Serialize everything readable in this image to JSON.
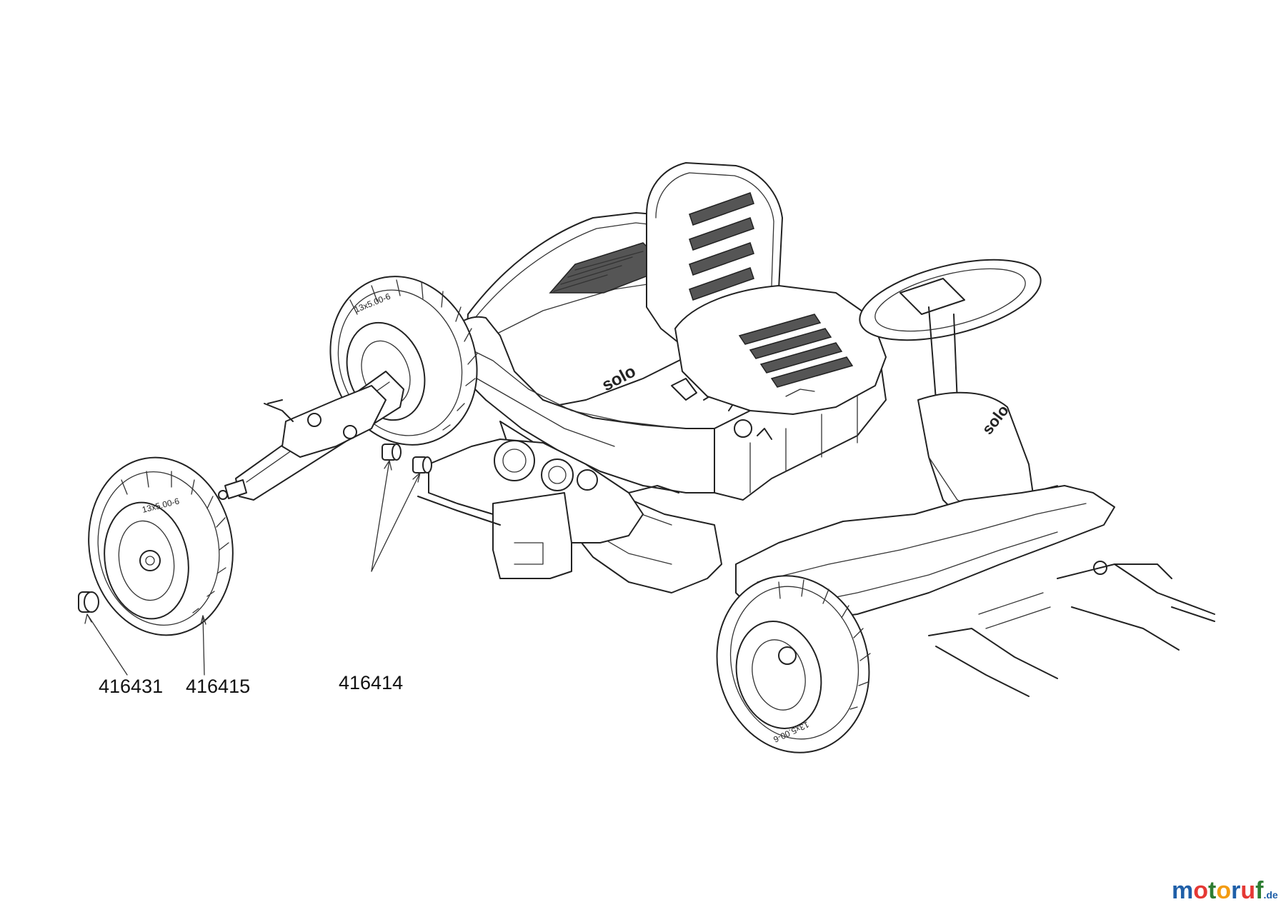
{
  "diagram": {
    "part_labels": [
      {
        "id": "p1",
        "number": "416431"
      },
      {
        "id": "p2",
        "number": "416415"
      },
      {
        "id": "p3",
        "number": "416414"
      }
    ],
    "tire_text_front": "13x5.00-6",
    "tire_text_rear": "13x5.00-6",
    "decal_brand": "solo"
  },
  "watermark": {
    "letters": [
      "m",
      "o",
      "t",
      "o",
      "r",
      "u",
      "f"
    ],
    "colors": [
      "#1f5fa8",
      "#e53935",
      "#2e7d32",
      "#f39c12",
      "#1f5fa8",
      "#e53935",
      "#2e7d32"
    ],
    "suffix": ".de"
  }
}
